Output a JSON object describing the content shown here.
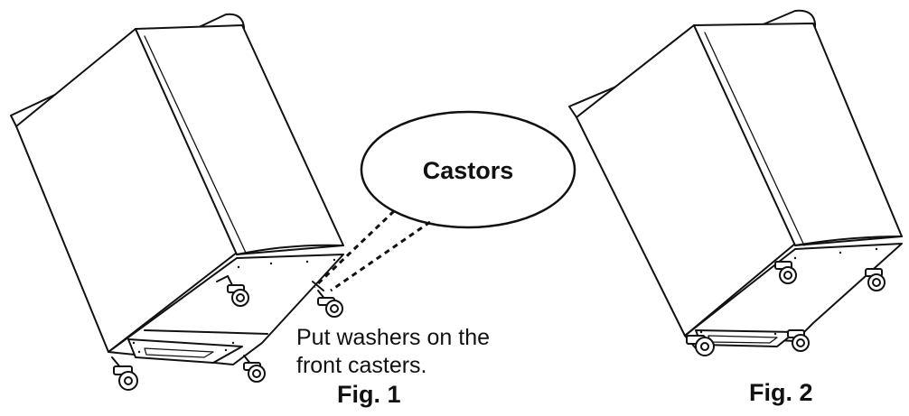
{
  "callout": {
    "label": "Castors"
  },
  "figure1": {
    "note_line1": "Put washers on the",
    "note_line2": "front casters.",
    "caption": "Fig. 1"
  },
  "figure2": {
    "caption": "Fig. 2"
  },
  "icons": [
    "refrigerator",
    "caster-wheel",
    "washer"
  ]
}
